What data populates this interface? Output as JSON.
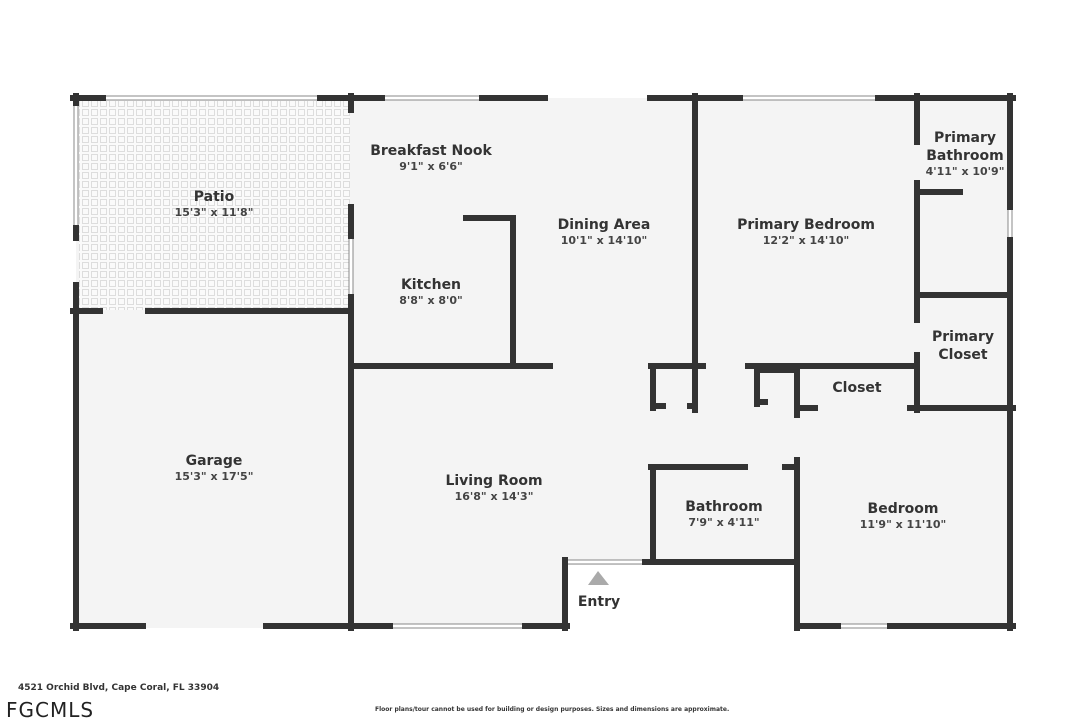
{
  "rooms": [
    {
      "name": "Patio",
      "dims": "15'3\" x 11'8\""
    },
    {
      "name": "Breakfast Nook",
      "dims": "9'1\" x 6'6\""
    },
    {
      "name": "Dining Area",
      "dims": "10'1\" x 14'10\""
    },
    {
      "name": "Kitchen",
      "dims": "8'8\" x 8'0\""
    },
    {
      "name": "Primary Bedroom",
      "dims": "12'2\" x 14'10\""
    },
    {
      "name": "Primary Bathroom",
      "dims": "4'11\" x 10'9\""
    },
    {
      "name": "Primary Closet",
      "dims": ""
    },
    {
      "name": "Closet",
      "dims": ""
    },
    {
      "name": "Garage",
      "dims": "15'3\" x 17'5\""
    },
    {
      "name": "Living Room",
      "dims": "16'8\" x 14'3\""
    },
    {
      "name": "Bathroom",
      "dims": "7'9\" x 4'11\""
    },
    {
      "name": "Bedroom",
      "dims": "11'9\" x 11'10\""
    },
    {
      "name": "Entry",
      "dims": ""
    }
  ],
  "footer": {
    "address": "4521 Orchid Blvd, Cape Coral, FL 33904",
    "logo": "FGCMLS",
    "disclaimer": "Floor plans/tour cannot be used for building or design purposes. Sizes and dimensions are approximate."
  },
  "colors": {
    "wall": "#333333",
    "floor": "#f4f4f4",
    "window": "#ffffff"
  }
}
